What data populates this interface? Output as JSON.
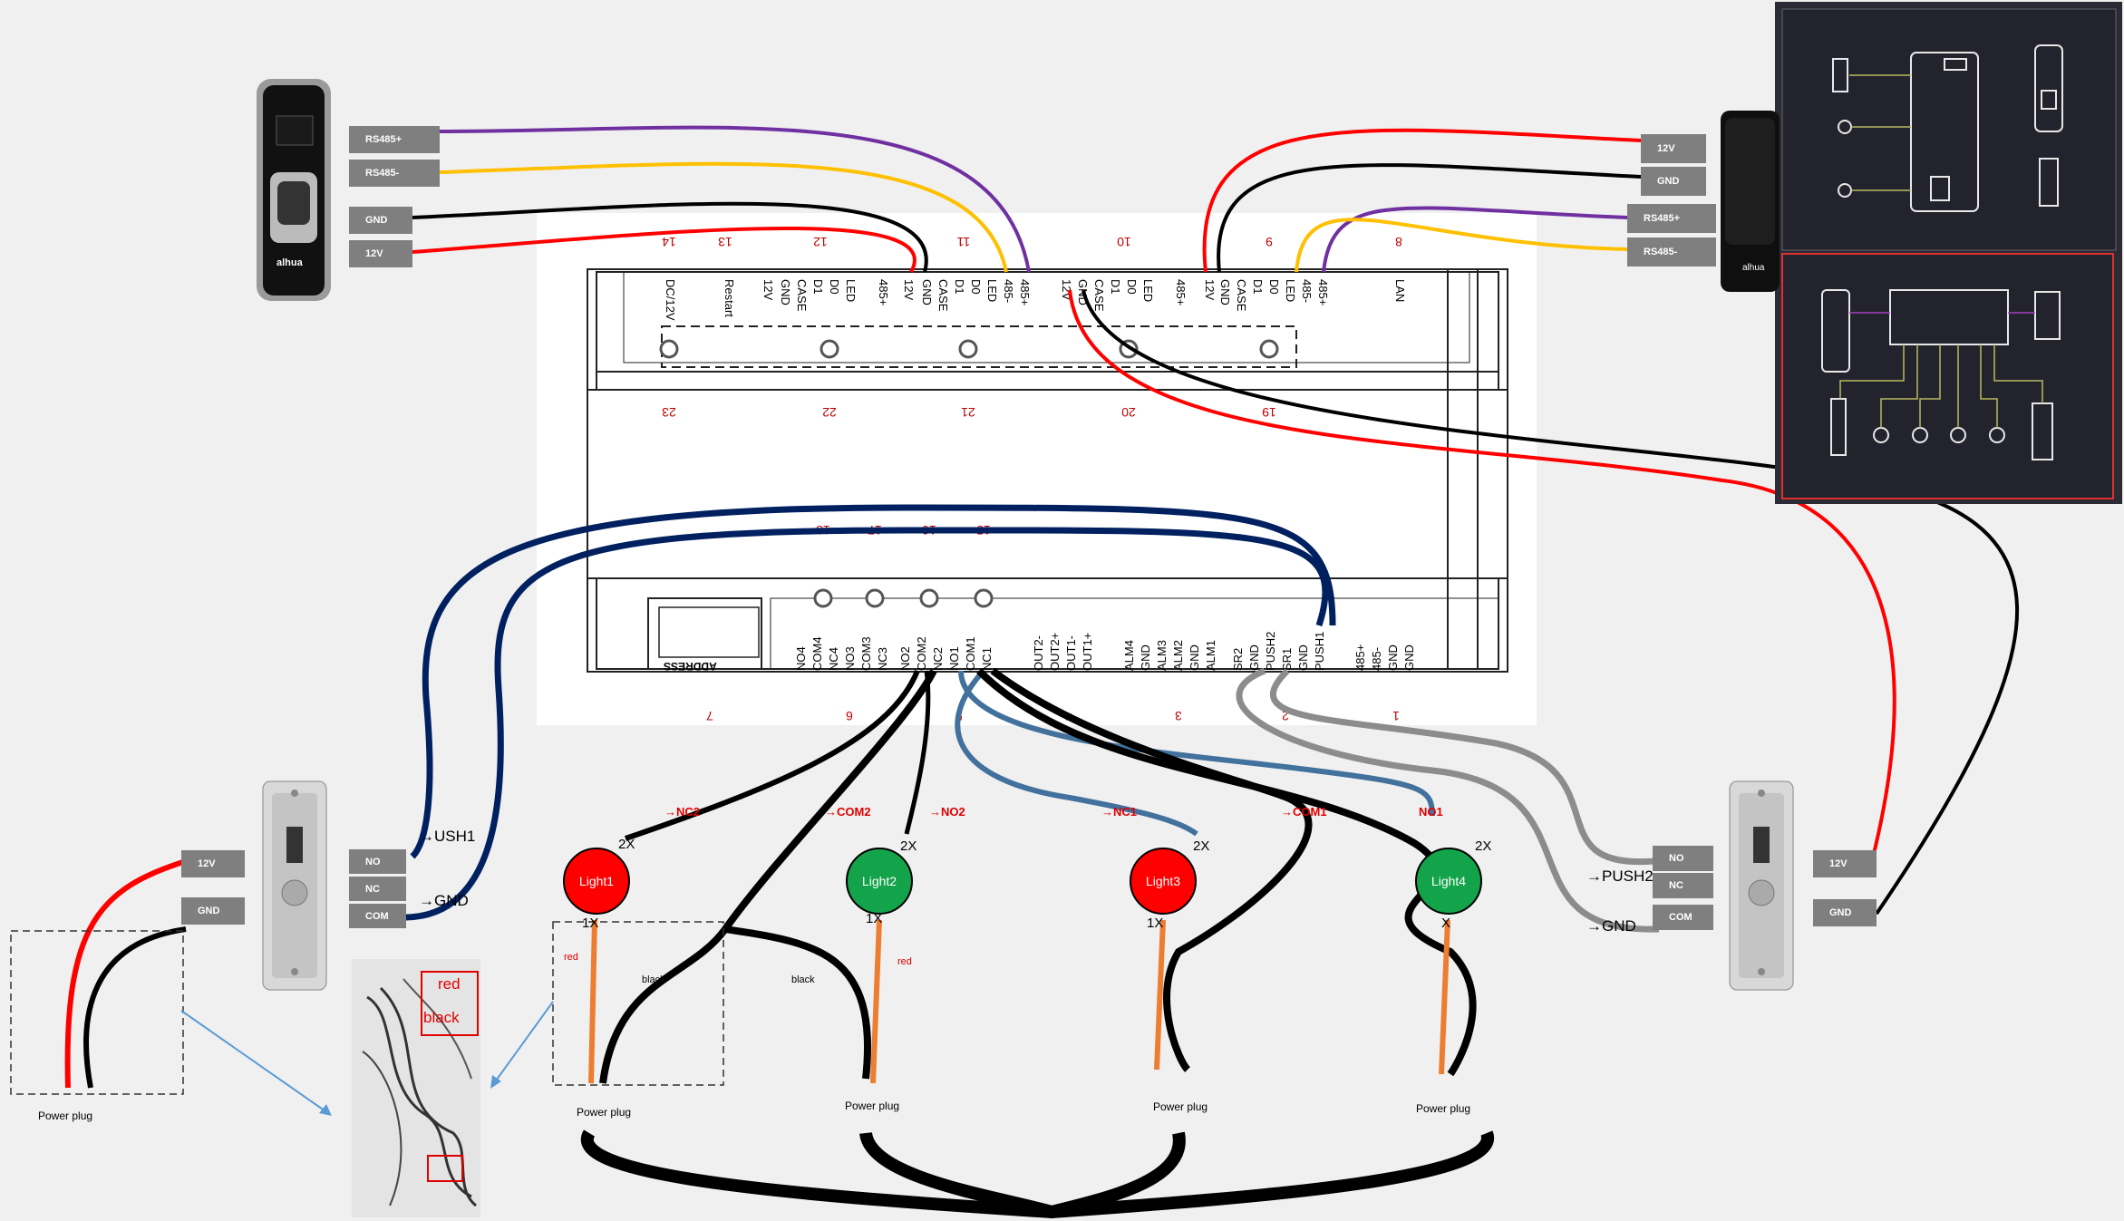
{
  "reader_left": {
    "brand": "alhua",
    "tags": [
      "RS485+",
      "RS485-",
      "GND",
      "12V"
    ]
  },
  "reader_right": {
    "brand": "alhua",
    "tags": [
      "12V",
      "GND",
      "RS485+",
      "RS485-"
    ]
  },
  "controller": {
    "top_pins": [
      "DC/12V",
      "Restart",
      "12V",
      "GND",
      "CASE",
      "D1",
      "D0",
      "LED",
      "485+",
      "12V",
      "GND",
      "CASE",
      "D1",
      "D0",
      "LED",
      "485-",
      "485+",
      "12V",
      "GND",
      "CASE",
      "D1",
      "D0",
      "LED",
      "485+",
      "12V",
      "GND",
      "CASE",
      "D1",
      "D0",
      "LED",
      "485-",
      "485+",
      "LAN"
    ],
    "top_callouts": [
      "14",
      "13",
      "12",
      "11",
      "10",
      "9",
      "8"
    ],
    "led_callouts": [
      "23",
      "22",
      "21",
      "20",
      "19"
    ],
    "mid_callouts": [
      "18",
      "17",
      "16",
      "15"
    ],
    "bottom_pins": [
      "NO4",
      "COM4",
      "NC4",
      "NO3",
      "COM3",
      "NC3",
      "NO2",
      "COM2",
      "NC2",
      "NO1",
      "COM1",
      "NC1",
      "OUT2-",
      "OUT2+",
      "OUT1-",
      "OUT1+",
      "ALM4",
      "GND",
      "ALM3",
      "ALM2",
      "GND",
      "ALM1",
      "SR2",
      "GND",
      "PUSH2",
      "SR1",
      "GND",
      "PUSH1",
      "485+",
      "485-",
      "GND",
      "GND"
    ],
    "bottom_callouts": [
      "7",
      "6",
      "5",
      "4",
      "3",
      "2",
      "1"
    ],
    "address_label": "ADDRESS"
  },
  "exit_left": {
    "tags": [
      "12V",
      "GND"
    ],
    "terms": [
      "NO",
      "NC",
      "COM"
    ],
    "push_label": "→USH1",
    "gnd_label": "→GND"
  },
  "exit_right": {
    "tags": [
      "12V",
      "GND"
    ],
    "terms": [
      "NO",
      "NC",
      "COM"
    ],
    "push_label": "→PUSH2",
    "gnd_label": "→GND"
  },
  "lights": [
    {
      "label": "Light1",
      "color": "#ff0000",
      "top_label": "→NC2",
      "x2": "2X",
      "x1": "1X"
    },
    {
      "label": "Light2",
      "color": "#13a34a",
      "top_label": "→COM2",
      "top_label2": "→NO2",
      "x2": "2X",
      "x1": "1X"
    },
    {
      "label": "Light3",
      "color": "#ff0000",
      "top_label": "→NC1",
      "x2": "2X",
      "x1": "1X"
    },
    {
      "label": "Light4",
      "color": "#13a34a",
      "top_label": "→COM1",
      "top_label2": "NO1",
      "x2": "2X",
      "x1": "X"
    }
  ],
  "wire_labels": {
    "red": "red",
    "black": "black",
    "black2": "black",
    "red2": "red"
  },
  "power_plug": "Power plug",
  "photo_labels": {
    "red": "red",
    "black": "black"
  },
  "colors": {
    "purple": "#7030a0",
    "yellow": "#ffc000",
    "red": "#ff0000",
    "black": "#000000",
    "navy": "#002060",
    "steel": "#41719c",
    "gray": "#8c8c8c",
    "orange": "#ed7d31"
  }
}
